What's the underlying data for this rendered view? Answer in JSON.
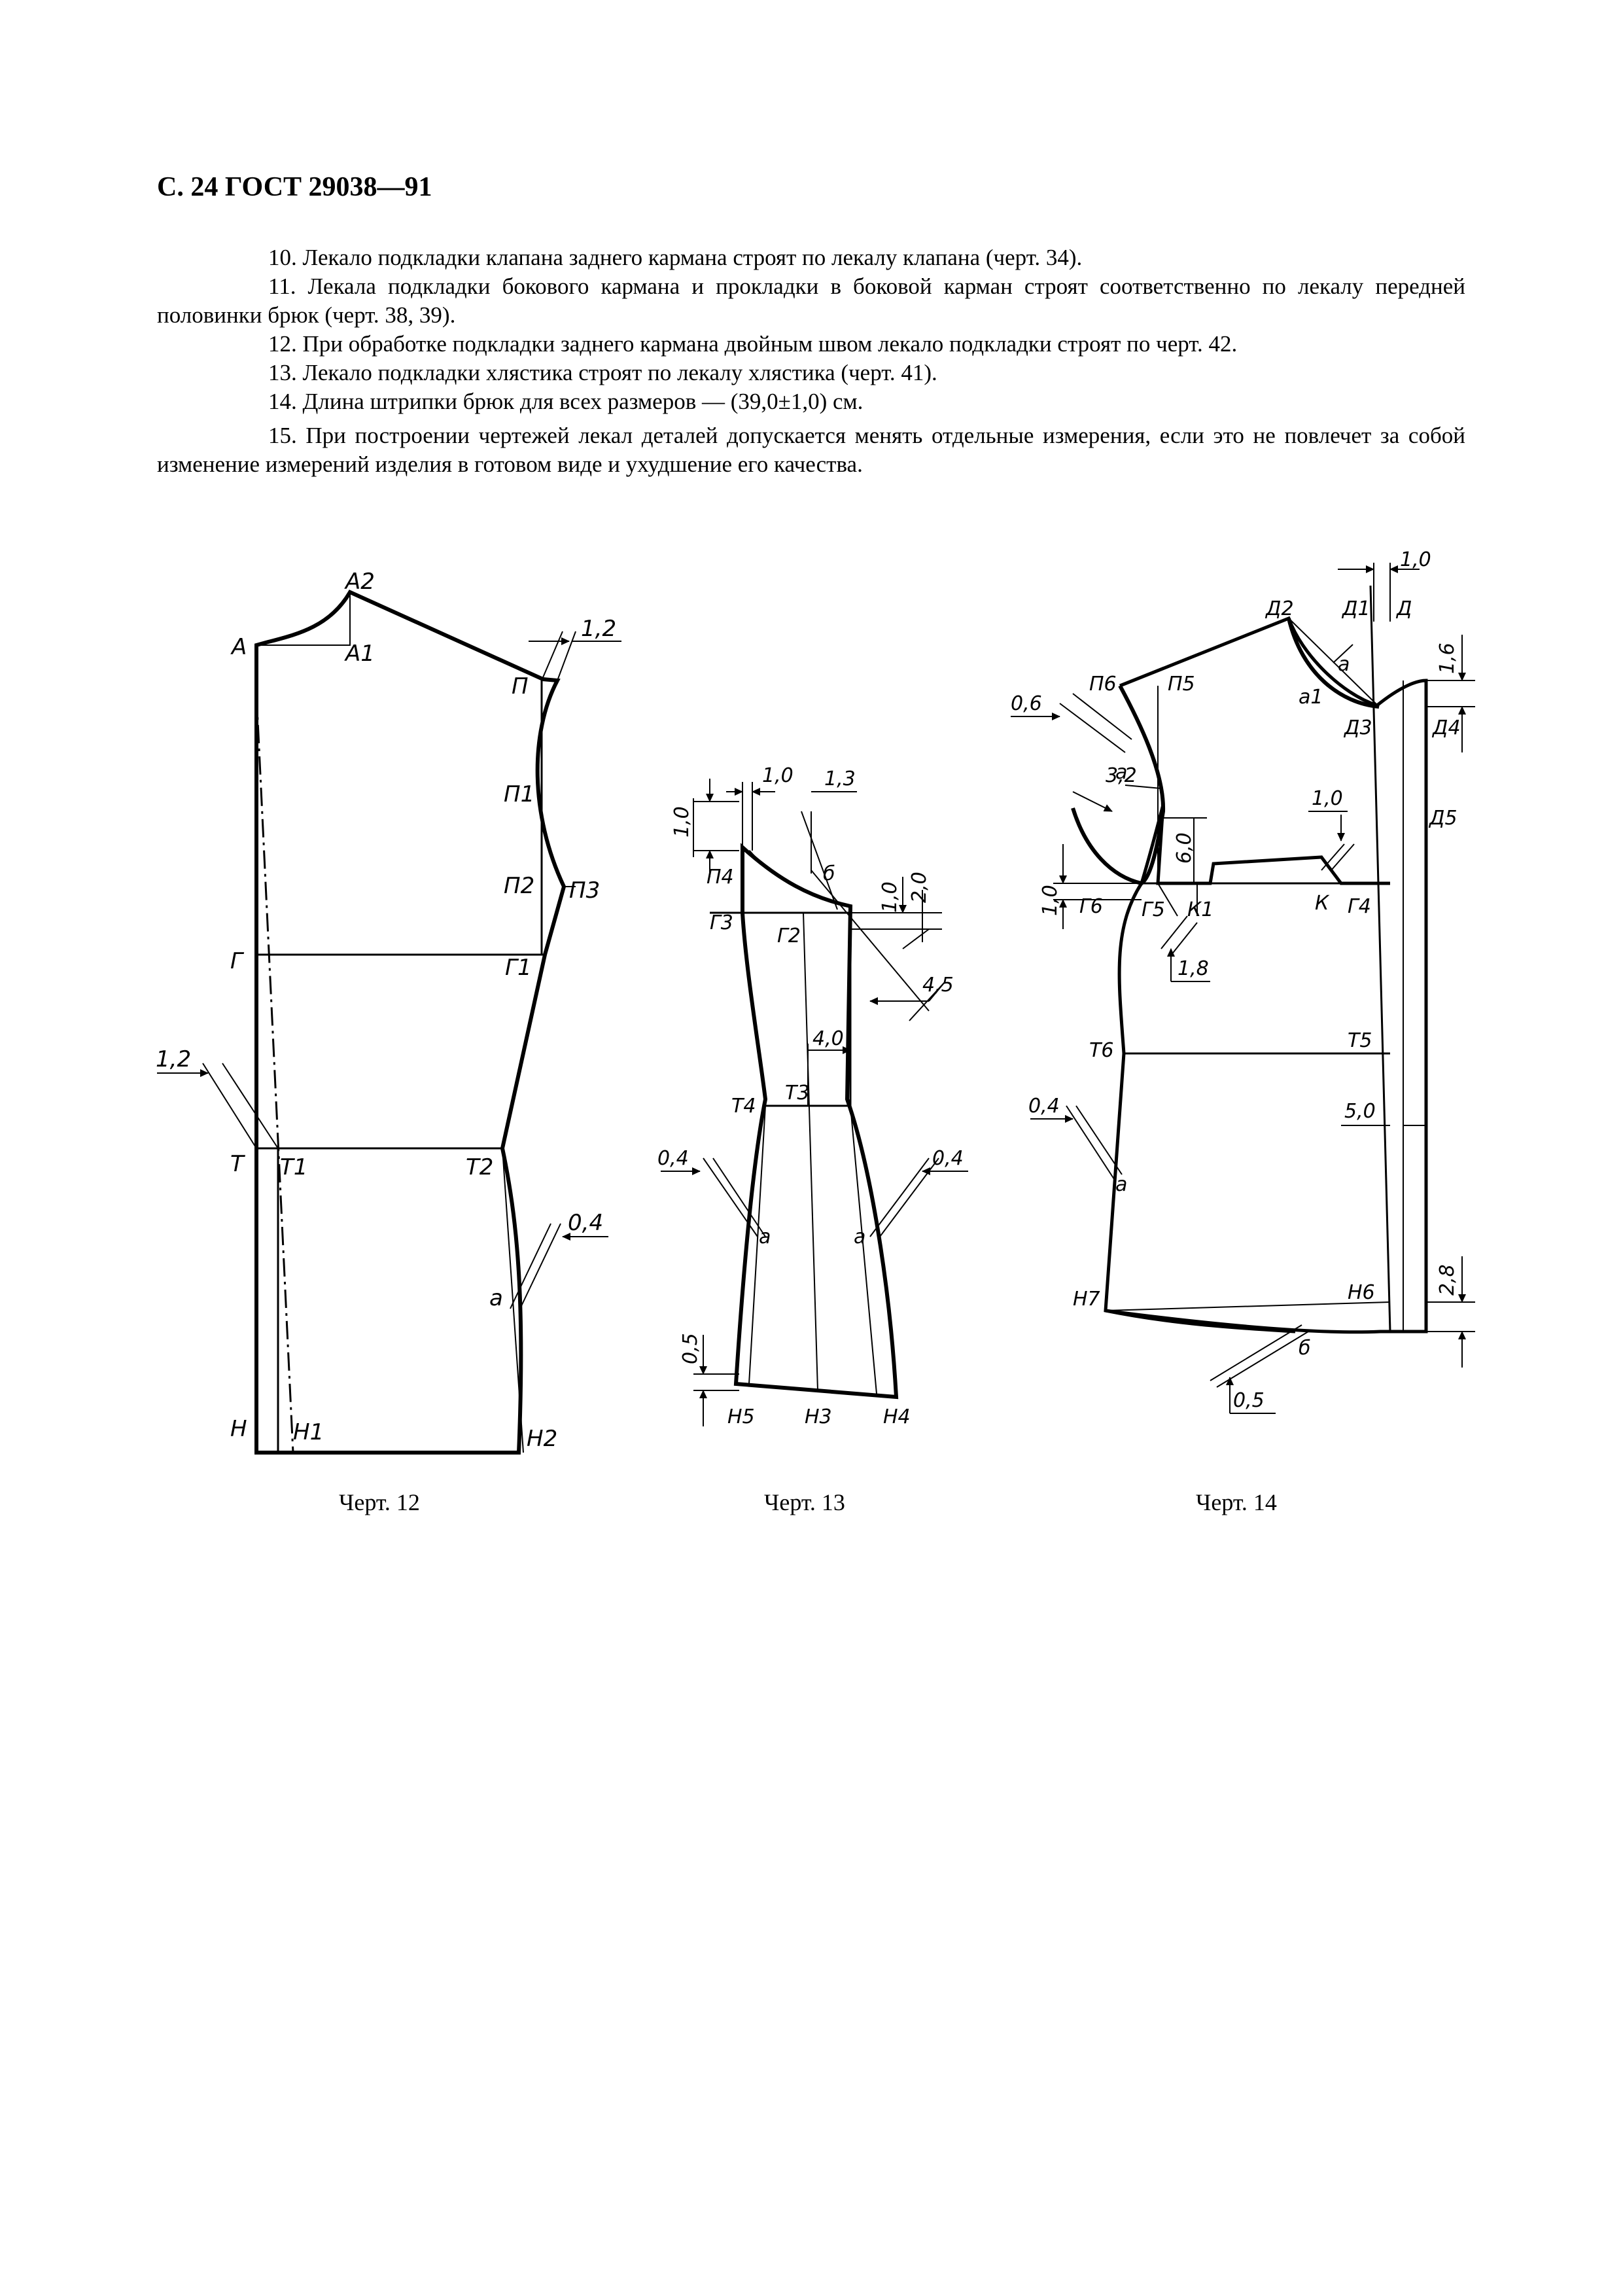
{
  "header": "С. 24 ГОСТ 29038—91",
  "paragraphs": [
    "10. Лекало подкладки клапана заднего кармана строят по лекалу клапана (черт. 34).",
    "11. Лекала подкладки бокового кармана и прокладки в боковой карман строят соответственно по лекалу передней половинки брюк (черт. 38, 39).",
    "12. При обработке подкладки заднего кармана двойным швом лекало подкладки строят по черт. 42.",
    "13. Лекало подкладки хлястика строят по лекалу хлястика (черт. 41).",
    "14. Длина штрипки брюк для всех размеров — (39,0±1,0) см.",
    "15. При построении чертежей лекал деталей допускается менять отдельные измерения, если это не повлечет за собой изменение измерений изделия в готовом виде и ухудшение его качества."
  ],
  "fig12": {
    "caption": "Черт. 12",
    "labels": {
      "A": "А",
      "A1": "А1",
      "A2": "А2",
      "P": "П",
      "P1": "П1",
      "P2": "П2",
      "P3": "П3",
      "G": "Г",
      "G1": "Г1",
      "T": "Т",
      "T1": "Т1",
      "T2": "Т2",
      "a": "а",
      "H": "Н",
      "H1": "Н1",
      "H2": "Н2"
    },
    "dims": {
      "top_right": "1,2",
      "left": "1,2",
      "right": "0,4"
    }
  },
  "fig13": {
    "caption": "Черт. 13",
    "labels": {
      "P4": "П4",
      "b": "б",
      "G3": "Г3",
      "G2": "Г2",
      "T4": "Т4",
      "T3": "Т3",
      "a_left": "а",
      "a_right": "а",
      "H5": "Н5",
      "H3": "Н3",
      "H4": "Н4"
    },
    "dims": {
      "top_left_v": "1,0",
      "top_h": "1,0",
      "top_diag": "1,3",
      "right_v1": "1,0",
      "right_v2": "2,0",
      "right_diag": "4,5",
      "waist": "4,0",
      "left_04": "0,4",
      "right_04": "0,4",
      "bottom_v": "0,5"
    }
  },
  "fig14": {
    "caption": "Черт. 14",
    "labels": {
      "D": "Д",
      "D1": "Д1",
      "D2": "Д2",
      "D3": "Д3",
      "D4": "Д4",
      "D5": "Д5",
      "a": "а",
      "a1": "а1",
      "a_arm": "а",
      "P5": "П5",
      "P6": "П6",
      "G4": "Г4",
      "G5": "Г5",
      "G6": "Г6",
      "K": "К",
      "K1": "К1",
      "T5": "Т5",
      "T6": "Т6",
      "a_side": "а",
      "H6": "Н6",
      "H7": "Н7",
      "b": "б"
    },
    "dims": {
      "top": "1,0",
      "right_v": "1,6",
      "left_06": "0,6",
      "arm_32": "3,2",
      "v_60": "6,0",
      "v_10_left": "1,0",
      "k_10": "1,0",
      "k_18": "1,8",
      "side_04": "0,4",
      "h_50": "5,0",
      "v_28": "2,8",
      "bottom_05": "0,5"
    }
  }
}
